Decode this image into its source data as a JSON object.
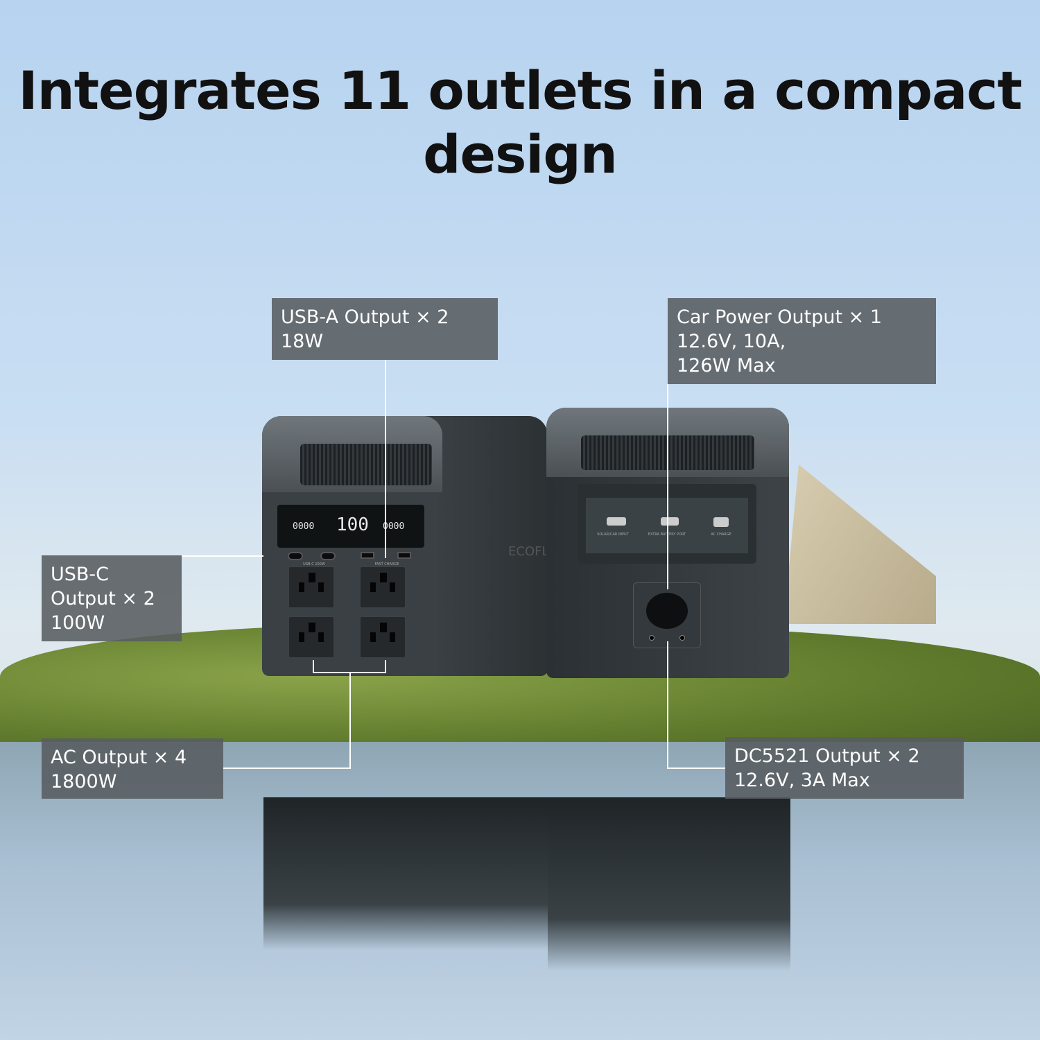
{
  "title": "Integrates 11 outlets in a compact design",
  "callouts": {
    "usb_a": "USB-A Output × 2\n18W",
    "car": "Car Power Output × 1\n12.6V, 10A,\n126W Max",
    "usb_c": "USB-C\nOutput × 2\n100W",
    "ac": "AC Output × 4\n1800W",
    "dc": "DC5521 Output × 2\n12.6V, 3A Max"
  },
  "device": {
    "front_display": {
      "input": "0000",
      "battery": "100",
      "output": "0000"
    },
    "brand": "ECOFL",
    "back_ports": [
      "SOLAR/CAR INPUT",
      "EXTRA BATTERY PORT",
      "AC CHARGE"
    ],
    "front_labels": {
      "usb_c": "USB-C 100W",
      "usb_a": "FAST CHARGE"
    }
  }
}
